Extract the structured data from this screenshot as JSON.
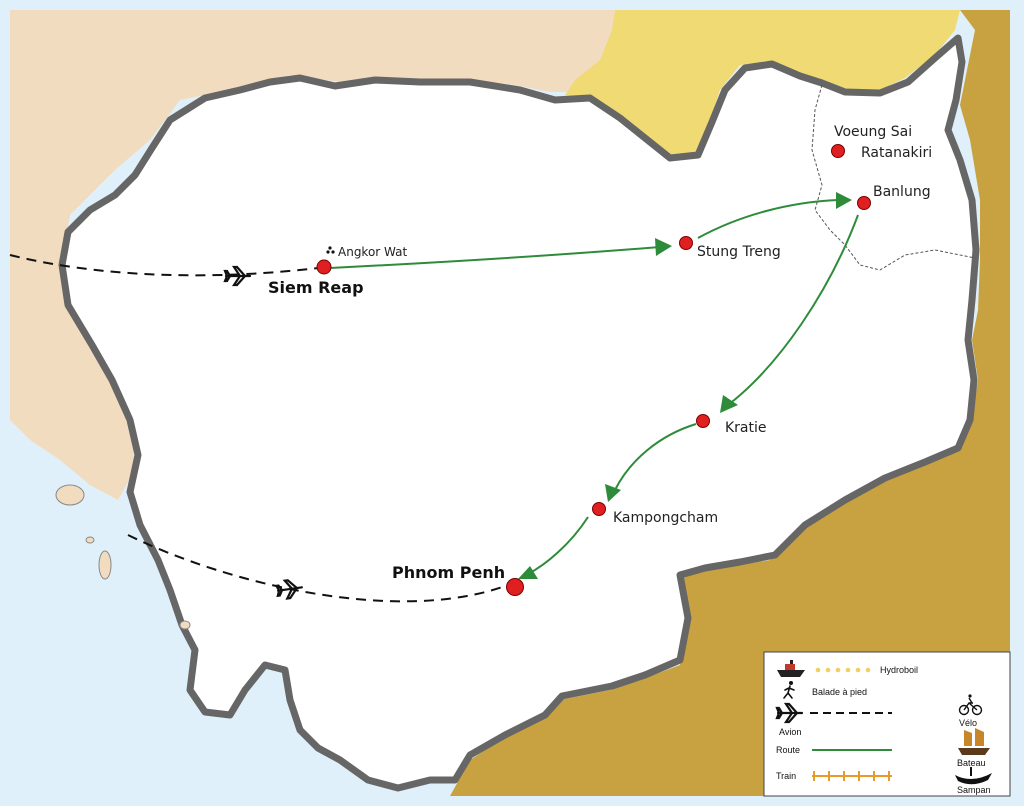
{
  "map": {
    "colors": {
      "sea": "#dff0fb",
      "thailand": "#f2dcc0",
      "laos": "#f0da74",
      "vietnam": "#c8a240",
      "cambodia": "#ffffff",
      "border": "#666666",
      "route": "#2e8b3a",
      "flight": "#111111",
      "city": "#e02020"
    },
    "cities": {
      "angkor_wat": "Angkor Wat",
      "siem_reap": "Siem Reap",
      "stung_treng": "Stung Treng",
      "banlung": "Banlung",
      "voeung_sai": "Voeung Sai",
      "ratanakiri": "Ratanakiri",
      "kratie": "Kratie",
      "kampongcham": "Kampongcham",
      "phnom_penh": "Phnom Penh"
    }
  },
  "legend": {
    "hydrofoil": "Hydroboil",
    "walk": "Balade à pied",
    "plane": "Avion",
    "road": "Route",
    "train": "Train",
    "bike": "Vélo",
    "boat": "Bateau",
    "sampan": "Sampan"
  }
}
